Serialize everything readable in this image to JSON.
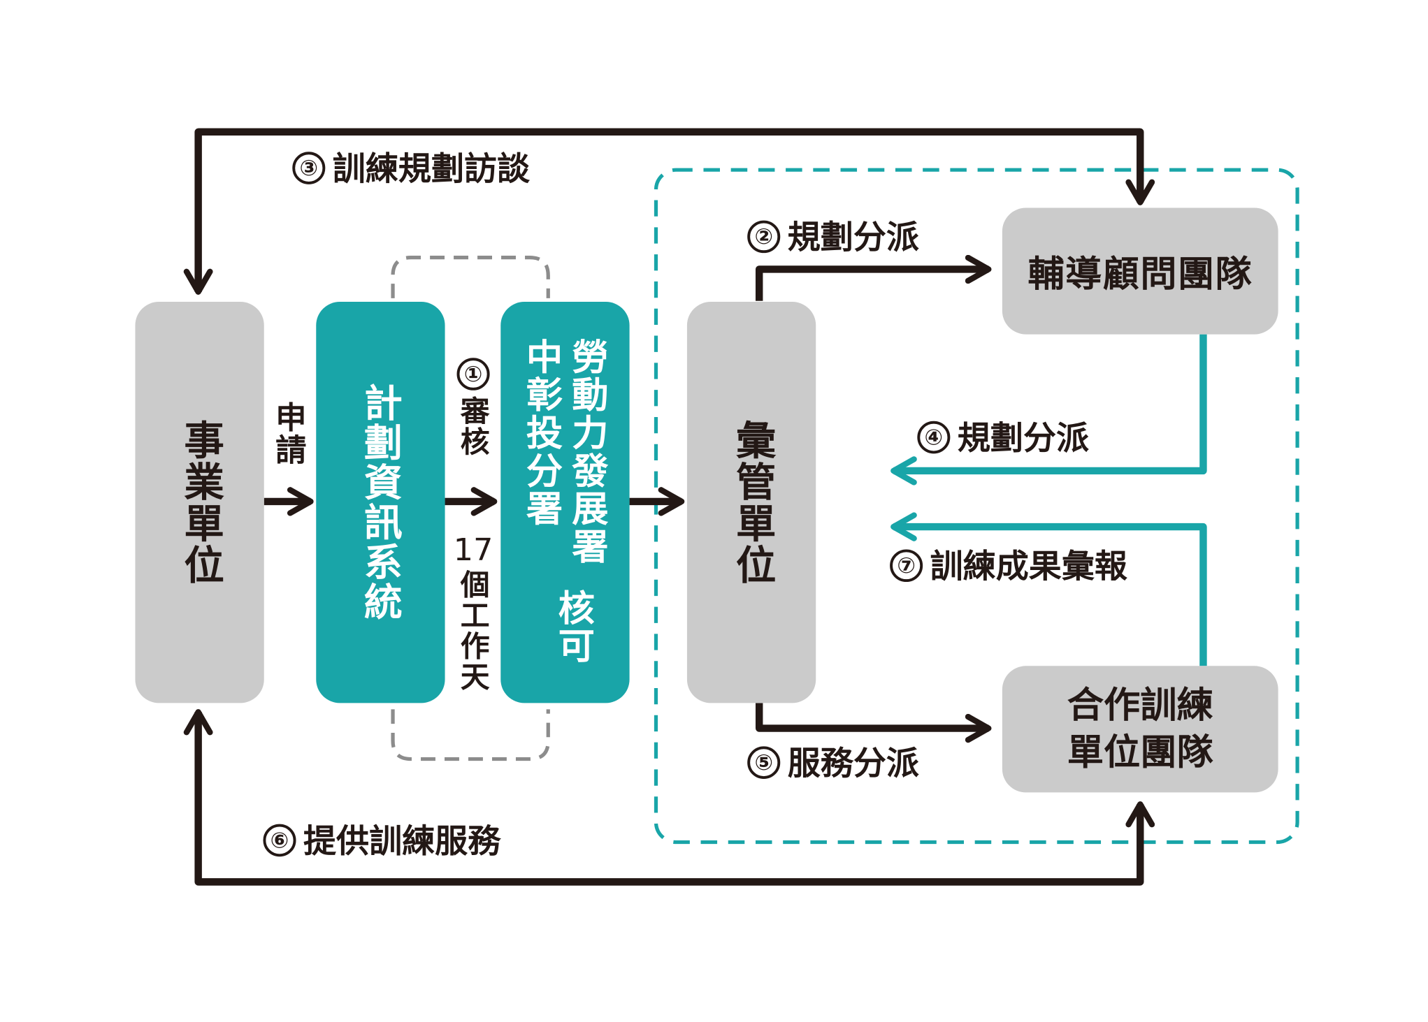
{
  "boxes": {
    "business_unit": "事業單位",
    "plan_system": "計劃資訊系統",
    "bureau_name": "勞動力發展署中彰投分署",
    "bureau_approve": "核可",
    "management_unit": "彙管單位",
    "advisory_team": "輔導顧問團隊",
    "training_team_line1": "合作訓練",
    "training_team_line2": "單位團隊"
  },
  "labels": {
    "apply": "申請",
    "review_num": "①",
    "review": "審核",
    "days_num": "17",
    "days": "個工作天",
    "step2_num": "②",
    "step2": "規劃分派",
    "step3_num": "③",
    "step3": "訓練規劃訪談",
    "step4_num": "④",
    "step4": "規劃分派",
    "step5_num": "⑤",
    "step5": "服務分派",
    "step6_num": "⑥",
    "step6": "提供訓練服務",
    "step7_num": "⑦",
    "step7": "訓練成果彙報"
  },
  "colors": {
    "teal": "#19a5a8",
    "gray_box": "#cbcbcb",
    "dark": "#231815",
    "dash_gray": "#8c8c8c"
  }
}
